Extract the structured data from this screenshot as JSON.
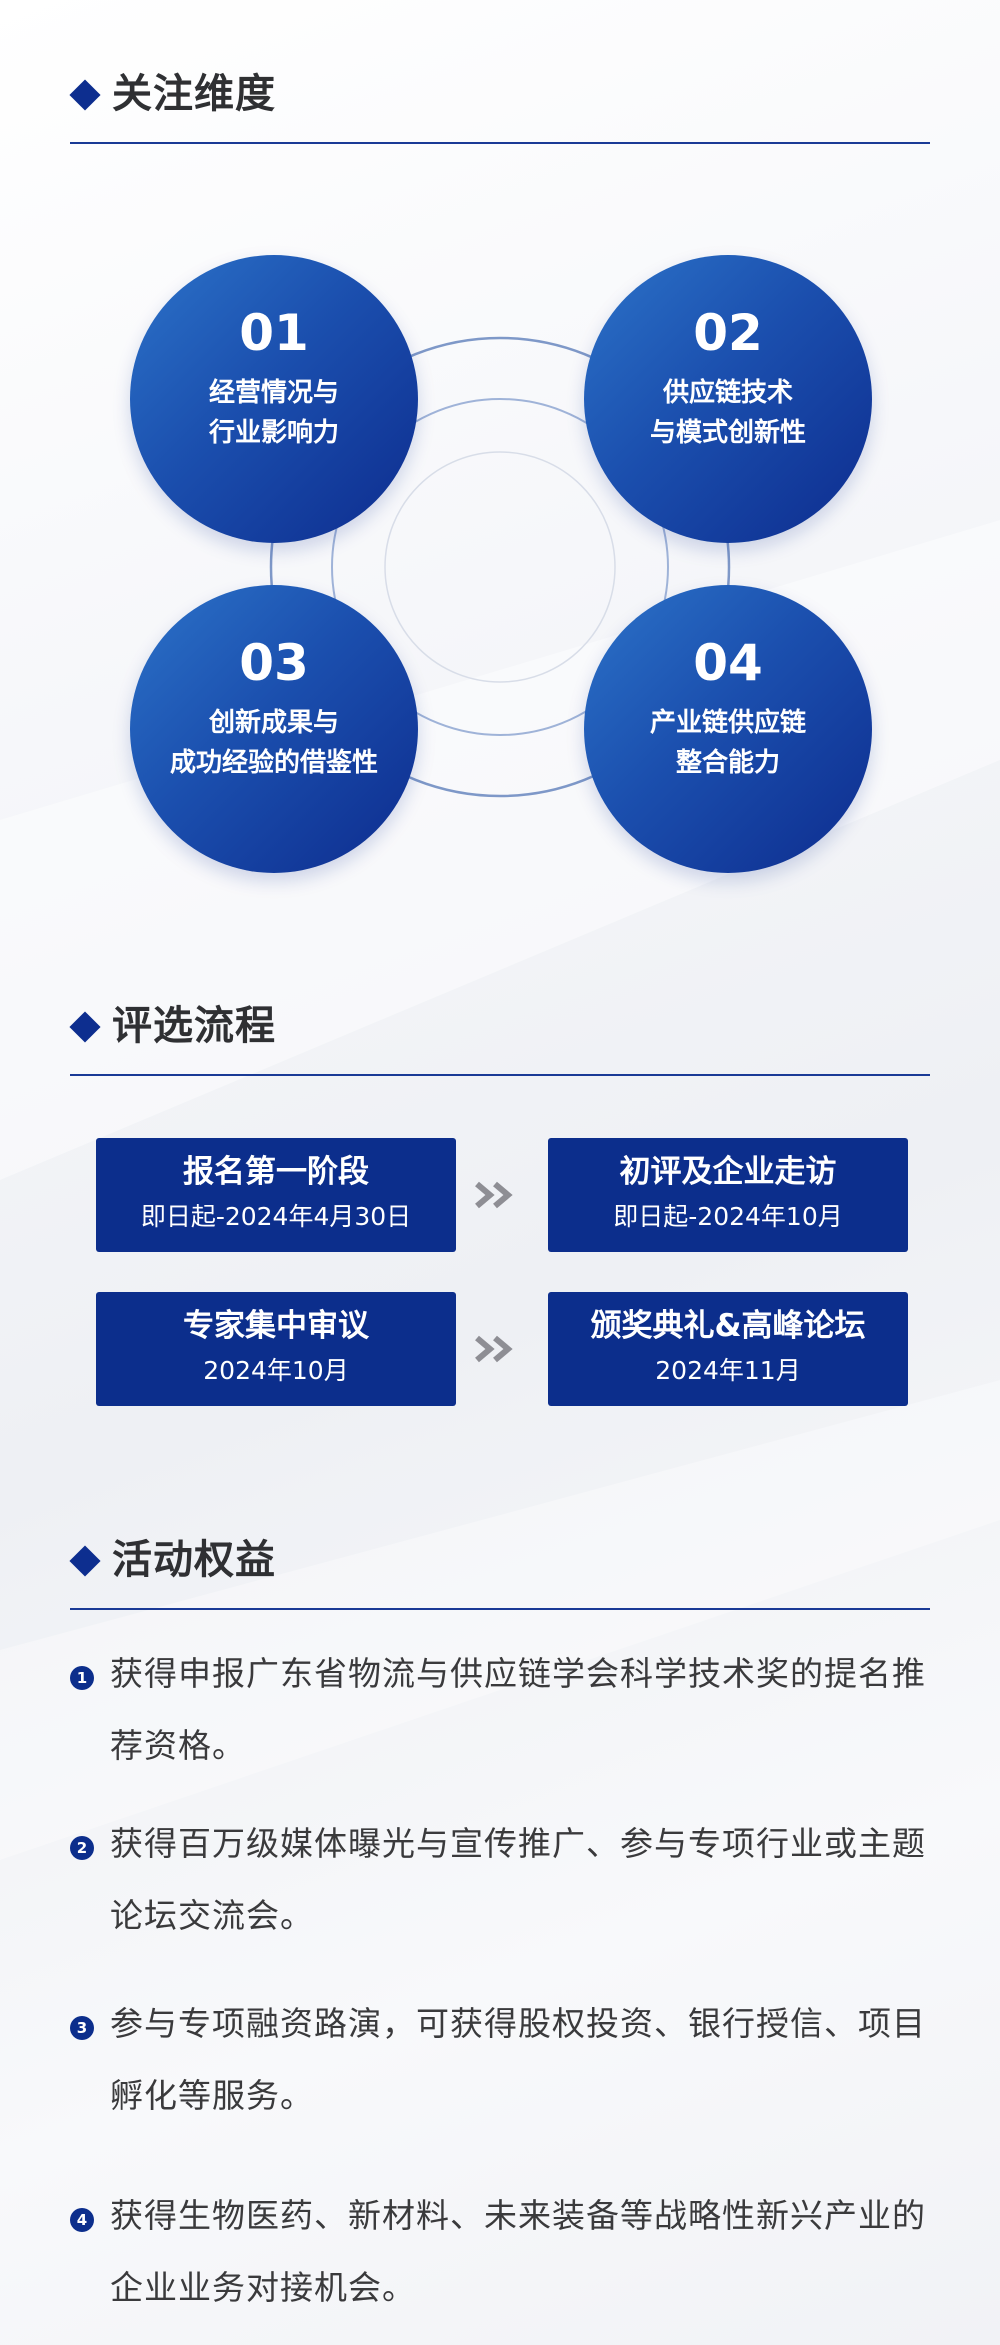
{
  "sections": {
    "focus": {
      "title": "关注维度"
    },
    "process": {
      "title": "评选流程"
    },
    "benefits": {
      "title": "活动权益"
    }
  },
  "focus_items": [
    {
      "num": "01",
      "line1": "经营情况与",
      "line2": "行业影响力"
    },
    {
      "num": "02",
      "line1": "供应链技术",
      "line2": "与模式创新性"
    },
    {
      "num": "03",
      "line1": "创新成果与",
      "line2": "成功经验的借鉴性"
    },
    {
      "num": "04",
      "line1": "产业链供应链",
      "line2": "整合能力"
    }
  ],
  "process_steps": [
    {
      "title": "报名第一阶段",
      "date": "即日起-2024年4月30日"
    },
    {
      "title": "初评及企业走访",
      "date": "即日起-2024年10月"
    },
    {
      "title": "专家集中审议",
      "date": "2024年10月"
    },
    {
      "title": "颁奖典礼&高峰论坛",
      "date": "2024年11月"
    }
  ],
  "benefit_items": [
    {
      "badge": "1",
      "text": "获得申报广东省物流与供应链学会科学技术奖的提名推荐资格。"
    },
    {
      "badge": "2",
      "text": "获得百万级媒体曝光与宣传推广、参与专项行业或主题论坛交流会。"
    },
    {
      "badge": "3",
      "text": "参与专项融资路演，可获得股权投资、银行授信、项目孵化等服务。"
    },
    {
      "badge": "4",
      "text": "获得生物医药、新材料、未来装备等战略性新兴产业的企业业务对接机会。"
    }
  ],
  "colors": {
    "primary": "#0c2e8c",
    "circle_light": "#2c73c9",
    "ring": "#7e98c8",
    "arrow": "#8e8e94"
  },
  "icons": {
    "section_marker": "diamond-icon",
    "step_arrow": "double-chevron-right-icon",
    "list_marker": "numbered-circle-icon"
  }
}
